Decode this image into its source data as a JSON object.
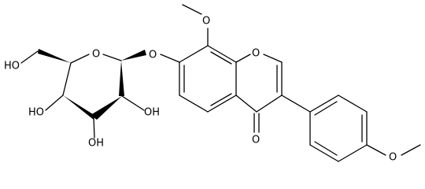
{
  "labels": {
    "ho_primary": "HO",
    "ho_c2": "HO",
    "ho_c3": "OH",
    "ho_c4": "OH",
    "ring_o_sugar": "O",
    "glycosidic_o": "O",
    "methoxy_o8": "O",
    "ring_o_chromone": "O",
    "carbonyl_o": "O",
    "methoxy_o4p": "O"
  }
}
